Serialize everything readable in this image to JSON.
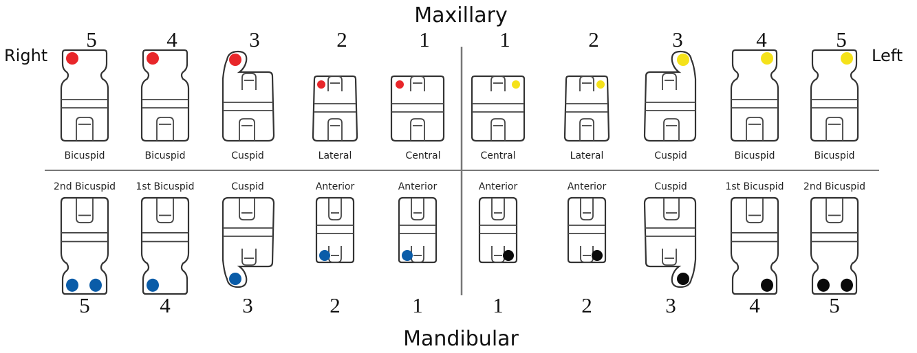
{
  "titles": {
    "top": "Maxillary",
    "bottom": "Mandibular",
    "right": "Right",
    "left": "Left"
  },
  "colors": {
    "upper_right": "#e8262a",
    "upper_left": "#f5e21a",
    "lower_right": "#0a5ca8",
    "lower_left": "#0a0a0a"
  },
  "upper": [
    {
      "number": "5",
      "label": "Bicuspid",
      "shape": "bicuspid",
      "side": "right",
      "dots": 1
    },
    {
      "number": "4",
      "label": "Bicuspid",
      "shape": "bicuspid",
      "side": "right",
      "dots": 1
    },
    {
      "number": "3",
      "label": "Cuspid",
      "shape": "cuspid",
      "side": "right",
      "dots": 1
    },
    {
      "number": "2",
      "label": "Lateral",
      "shape": "lateral",
      "side": "right",
      "dots": 1
    },
    {
      "number": "1",
      "label": "Central",
      "shape": "central",
      "side": "right",
      "dots": 1
    },
    {
      "number": "1",
      "label": "Central",
      "shape": "central",
      "side": "left",
      "dots": 1
    },
    {
      "number": "2",
      "label": "Lateral",
      "shape": "lateral",
      "side": "left",
      "dots": 1
    },
    {
      "number": "3",
      "label": "Cuspid",
      "shape": "cuspid",
      "side": "left",
      "dots": 1
    },
    {
      "number": "4",
      "label": "Bicuspid",
      "shape": "bicuspid",
      "side": "left",
      "dots": 1
    },
    {
      "number": "5",
      "label": "Bicuspid",
      "shape": "bicuspid",
      "side": "left",
      "dots": 1
    }
  ],
  "lower": [
    {
      "number": "5",
      "label": "2nd Bicuspid",
      "shape": "bicuspid",
      "side": "right",
      "dots": 2
    },
    {
      "number": "4",
      "label": "1st Bicuspid",
      "shape": "bicuspid",
      "side": "right",
      "dots": 1
    },
    {
      "number": "3",
      "label": "Cuspid",
      "shape": "cuspid",
      "side": "right",
      "dots": 1
    },
    {
      "number": "2",
      "label": "Anterior",
      "shape": "anterior",
      "side": "right",
      "dots": 1
    },
    {
      "number": "1",
      "label": "Anterior",
      "shape": "anterior",
      "side": "right",
      "dots": 1
    },
    {
      "number": "1",
      "label": "Anterior",
      "shape": "anterior",
      "side": "left",
      "dots": 1
    },
    {
      "number": "2",
      "label": "Anterior",
      "shape": "anterior",
      "side": "left",
      "dots": 1
    },
    {
      "number": "3",
      "label": "Cuspid",
      "shape": "cuspid",
      "side": "left",
      "dots": 1
    },
    {
      "number": "4",
      "label": "1st Bicuspid",
      "shape": "bicuspid",
      "side": "left",
      "dots": 1
    },
    {
      "number": "5",
      "label": "2nd Bicuspid",
      "shape": "bicuspid",
      "side": "left",
      "dots": 2
    }
  ]
}
